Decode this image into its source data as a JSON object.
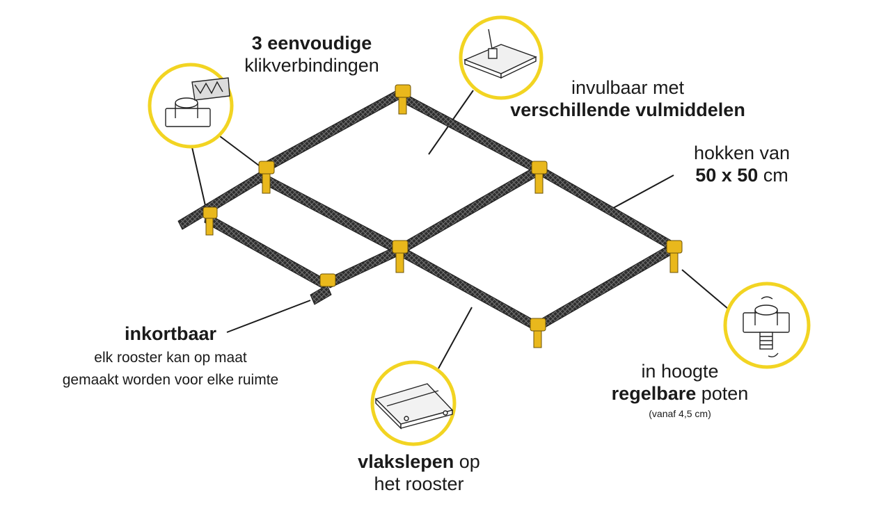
{
  "colors": {
    "accent": "#f2d422",
    "grid": "#2b2b2b",
    "connector": "#e9b81c",
    "line": "#1a1a1a"
  },
  "labels": {
    "clicks": {
      "bold": "3 eenvoudige",
      "normal": "klikverbindingen"
    },
    "fill": {
      "normal": "invulbaar met",
      "bold": "verschillende vulmiddelen"
    },
    "cells": {
      "normal": "hokken van",
      "bold": "50 x 50",
      "unit": " cm"
    },
    "shorten": {
      "bold": "inkortbaar",
      "line1": "elk rooster kan op maat",
      "line2": "gemaakt worden voor elke ruimte"
    },
    "height": {
      "normal1": "in hoogte",
      "bold": "regelbare",
      "normal2": " poten",
      "note": "(vanaf 4,5 cm)"
    },
    "screed": {
      "bold": "vlakslepen",
      "normal1": " op",
      "normal2": "het rooster"
    }
  },
  "icons": [
    "connector-detail-icon",
    "trowel-panel-icon",
    "adjustable-foot-icon",
    "screed-rail-icon"
  ]
}
